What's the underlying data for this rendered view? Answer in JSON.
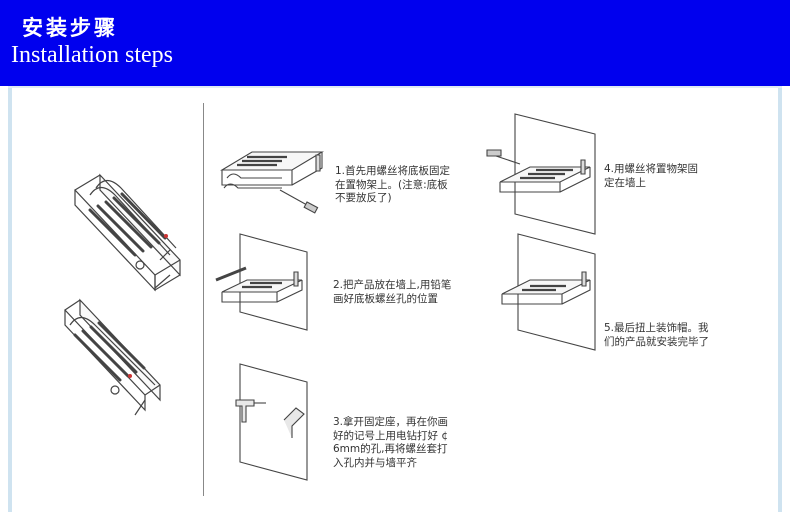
{
  "header": {
    "title_cn": "安装步骤",
    "title_en": "Installation steps",
    "bg_color": "#0000ee"
  },
  "steps": [
    {
      "text": "1.首先用螺丝将底板固定\n在置物架上。(注意:底板\n不要放反了)"
    },
    {
      "text": "2.把产品放在墙上,用铅笔\n画好底板螺丝孔的位置"
    },
    {
      "text": "3.拿开固定座，再在你画\n好的记号上用电钻打好 ¢\n6mm的孔,再将螺丝套打\n入孔内并与墙平齐"
    },
    {
      "text": "4.用螺丝将置物架固\n定在墙上"
    },
    {
      "text": "5.最后扭上装饰帽。我\n们的产品就安装完毕了"
    }
  ],
  "illustrations": [
    "assembled-rack-drawing",
    "step1-screw-baseplate",
    "step2-mark-wall",
    "step3-drill-holes",
    "step4-fix-to-wall",
    "step5-caps"
  ]
}
